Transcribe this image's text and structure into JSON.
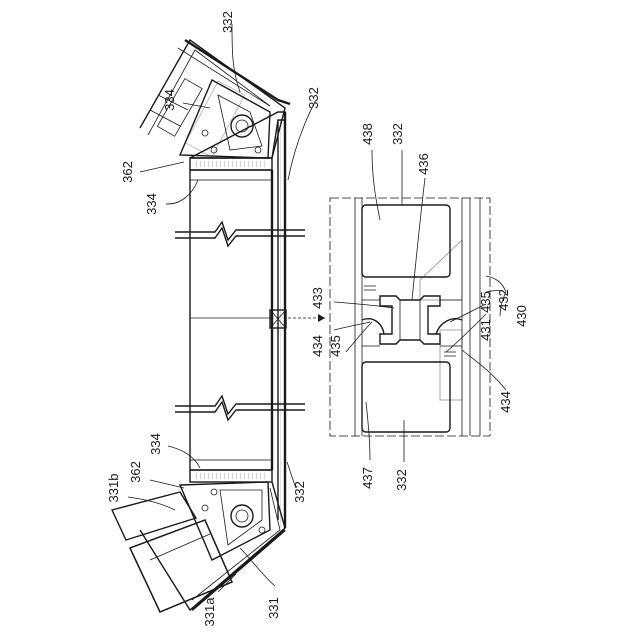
{
  "labels": {
    "l332": "332",
    "l334": "334",
    "l362": "362",
    "l331b": "331b",
    "l331a": "331a",
    "l331": "331",
    "l438": "438",
    "l436": "436",
    "l433": "433",
    "l435": "435",
    "l434": "434",
    "l431": "431",
    "l432": "432",
    "l430": "430",
    "l437": "437"
  },
  "colors": {
    "ink": "#1a1a1a",
    "paper": "#ffffff"
  }
}
